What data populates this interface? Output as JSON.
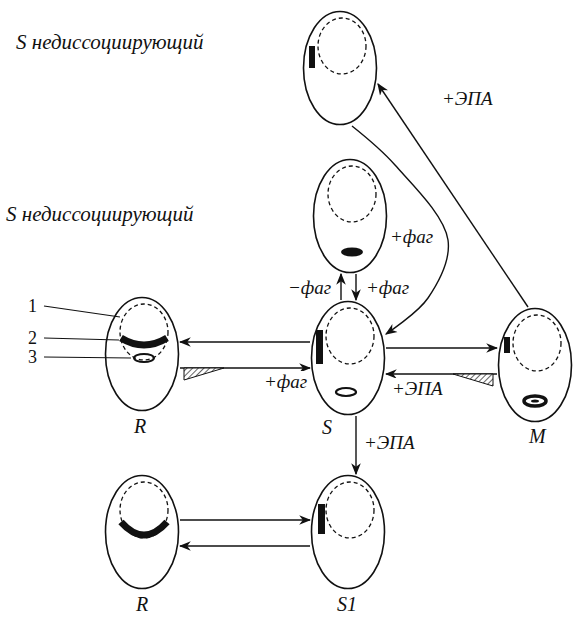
{
  "diagram": {
    "nodes": [
      {
        "text": [
          "S недиссоциирующий"
        ]
      },
      {
        "text": [
          "S недиссоциирующий"
        ]
      },
      {
        "text": [
          "R"
        ]
      },
      {
        "text": [
          "S"
        ]
      },
      {
        "text": [
          "M"
        ]
      },
      {
        "text": [
          "R"
        ]
      },
      {
        "text": [
          "S1"
        ]
      }
    ],
    "edges": [
      {
        "from": 4,
        "to": 0,
        "arrow": "to",
        "label": "+ЭПА"
      },
      {
        "from": 0,
        "to": 3,
        "arrow": "to"
      },
      {
        "from": 3,
        "to": 1,
        "arrow": "to",
        "label": "−фаг"
      },
      {
        "from": 1,
        "to": 3,
        "arrow": "to",
        "label": "+фаг"
      },
      {
        "from": 3,
        "to": 2,
        "arrow": "to"
      },
      {
        "from": 2,
        "to": 3,
        "arrow": "to",
        "label": "+фаг"
      },
      {
        "from": 3,
        "to": 4,
        "arrow": "to"
      },
      {
        "from": 4,
        "to": 3,
        "arrow": "to",
        "label": "+ЭПА"
      },
      {
        "from": 3,
        "to": 6,
        "arrow": "to",
        "label": "+ЭПА"
      },
      {
        "from": 5,
        "to": 6,
        "arrow": "to"
      },
      {
        "from": 6,
        "to": 5,
        "arrow": "to"
      }
    ],
    "labels": [
      "1",
      "2",
      "3",
      "+фаг"
    ]
  }
}
